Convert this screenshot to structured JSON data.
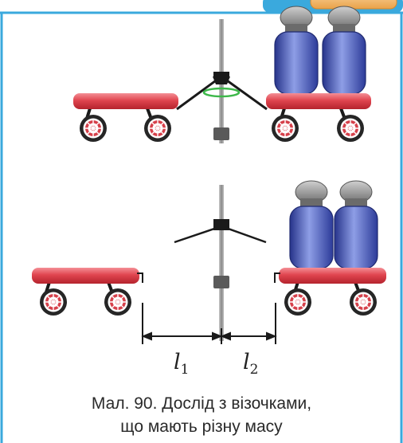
{
  "caption": {
    "line1": "Мал. 90. Дослід з візочками,",
    "line2": "що мають різну масу"
  },
  "labels": {
    "l1_main": "l",
    "l1_sub": "1",
    "l2_main": "l",
    "l2_sub": "2"
  },
  "colors": {
    "frame_border": "#3aa9dd",
    "cart_red": "#e0454f",
    "weight_blue": "#3f52b3",
    "weight_cap": "#8d8d8d",
    "stand": "#999999",
    "thread_ring": "#3db84a"
  }
}
